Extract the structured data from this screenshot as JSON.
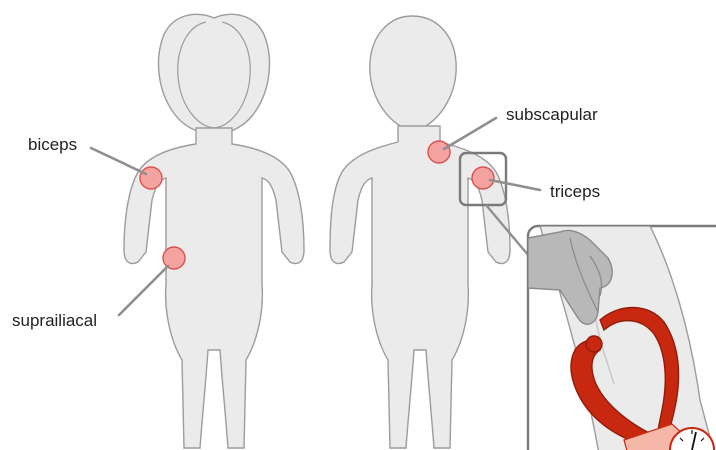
{
  "labels": {
    "biceps": "biceps",
    "suprailiacal": "suprailiacal",
    "subscapular": "subscapular",
    "triceps": "triceps"
  },
  "colors": {
    "body_fill": "#ebebeb",
    "body_outline": "#9c9c9c",
    "site_fill": "#f4a3a1",
    "site_outline": "#d9534f",
    "leader_line": "#8f8f8f",
    "caliper": "#c8280f",
    "hand": "#b8b8b8"
  },
  "icons": {
    "caliper": "skinfold-caliper-icon",
    "hand": "pinching-hand-icon",
    "dial": "caliper-dial-icon"
  }
}
